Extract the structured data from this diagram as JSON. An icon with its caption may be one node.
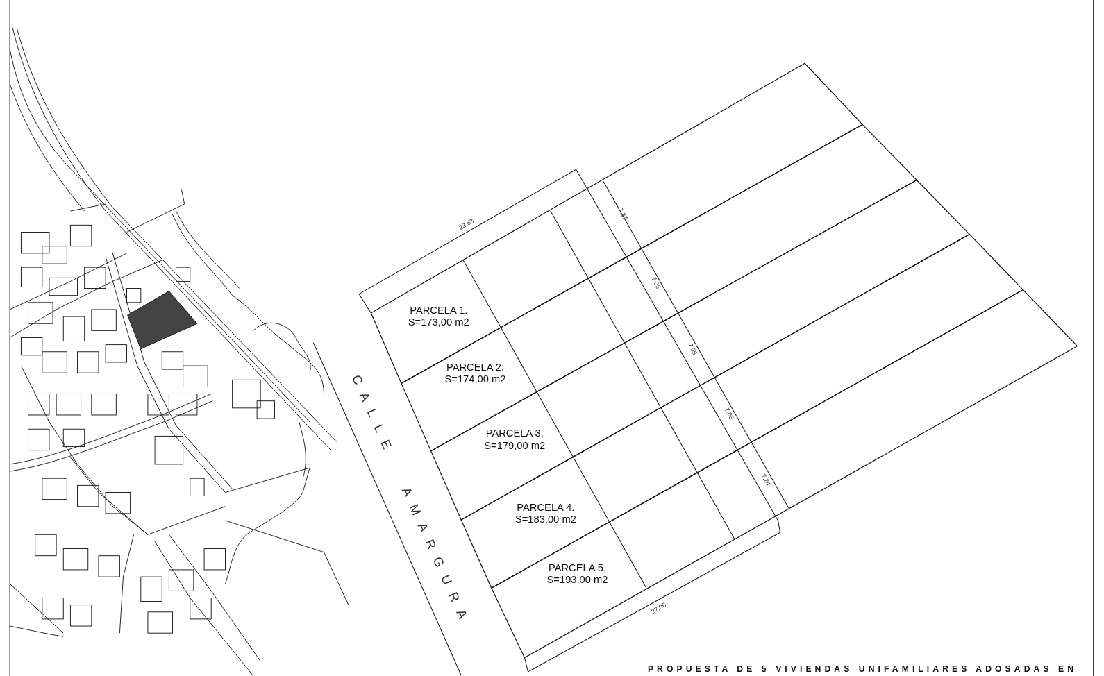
{
  "diagram": {
    "nodes": [
      {
        "text": [
          "PARCELA 1.",
          "S=173,00 m2"
        ]
      },
      {
        "text": [
          "PARCELA 2.",
          "S=174,00 m2"
        ]
      },
      {
        "text": [
          "PARCELA 3.",
          "S=179,00 m2"
        ]
      },
      {
        "text": [
          "PARCELA 4.",
          "S=183,00 m2"
        ]
      },
      {
        "text": [
          "PARCELA 5.",
          "S=193,00 m2"
        ]
      }
    ],
    "labels": [
      "23.68",
      "7.37",
      "7.05",
      "7.05",
      "7.05",
      "7.24",
      "27.06",
      "CALLE AMARGURA",
      "PROPUESTA DE 5 VIVIENDAS UNIFAMILIARES ADOSADAS EN"
    ]
  }
}
